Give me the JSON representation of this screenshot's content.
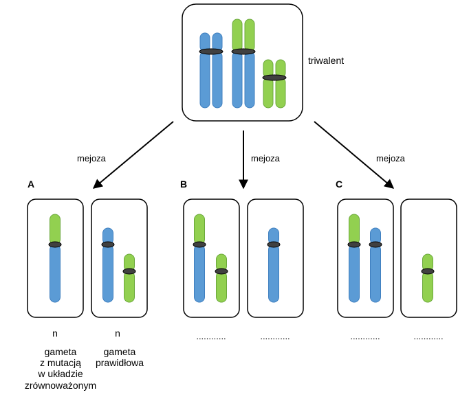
{
  "colors": {
    "blue": "#5b9bd5",
    "blue_stroke": "#3f7fbf",
    "green": "#92d050",
    "green_stroke": "#6aa83a",
    "centromere": "#404040"
  },
  "top": {
    "label": "triwalent"
  },
  "arrows": {
    "left": "mejoza",
    "center": "mejoza",
    "right": "mejoza"
  },
  "groups": {
    "A": {
      "letter": "A",
      "gamete1": {
        "ploidy": "n",
        "line1": "gameta",
        "line2": "z mutacją",
        "line3": "w układzie",
        "line4": "zrównoważonym"
      },
      "gamete2": {
        "ploidy": "n",
        "line1": "gameta",
        "line2": "prawidłowa"
      }
    },
    "B": {
      "letter": "B",
      "blank1": "............",
      "blank2": "............"
    },
    "C": {
      "letter": "C",
      "blank1": "............",
      "blank2": "............"
    }
  }
}
